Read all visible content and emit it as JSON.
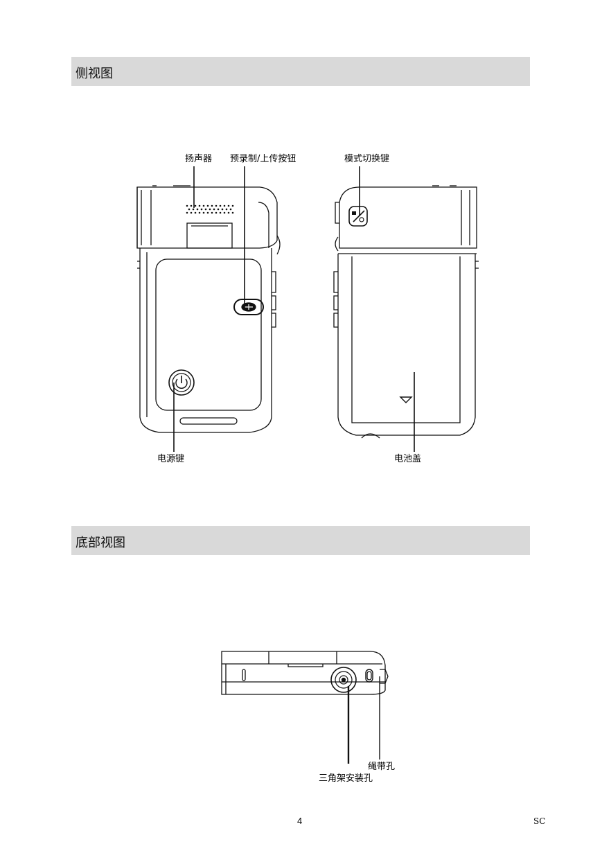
{
  "sections": {
    "side_view_heading": "侧视图",
    "bottom_view_heading": "底部视图"
  },
  "side_view": {
    "callouts": {
      "speaker": "扬声器",
      "pre_record_upload_button": "预录制/上传按钮",
      "mode_switch_key": "模式切换键",
      "power_key": "电源键",
      "battery_cover": "电池盖"
    }
  },
  "bottom_view": {
    "callouts": {
      "strap_hole": "绳带孔",
      "tripod_mount_hole": "三角架安装孔"
    }
  },
  "footer": {
    "page_number": "4",
    "language_code": "SC"
  }
}
